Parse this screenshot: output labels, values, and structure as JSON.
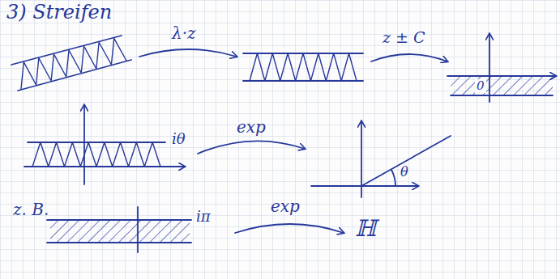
{
  "diagram": {
    "title": "3) Streifen",
    "labels": [
      "λ·z",
      "z ± C",
      "0",
      "iθ",
      "exp",
      "θ",
      "z. B.",
      "iπ",
      "exp",
      "ℍ"
    ]
  }
}
